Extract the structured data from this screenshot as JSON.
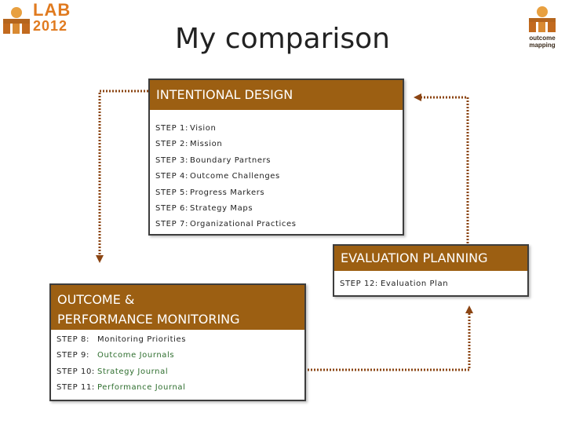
{
  "logos": {
    "left": {
      "lab": "LAB",
      "year": "2012"
    },
    "right": {
      "line1": "outcome",
      "line2": "mapping"
    }
  },
  "title": "My comparison",
  "colors": {
    "header": "#9c5f12",
    "accent": "#e07a1f",
    "arrow": "#8b4513",
    "green_text": "#2e6e2e"
  },
  "intentional_design": {
    "header": "INTENTIONAL DESIGN",
    "steps": [
      {
        "num": "STEP 1:",
        "name": "Vision"
      },
      {
        "num": "STEP 2:",
        "name": "Mission"
      },
      {
        "num": "STEP 3:",
        "name": "Boundary Partners"
      },
      {
        "num": "STEP 4:",
        "name": "Outcome Challenges"
      },
      {
        "num": "STEP 5:",
        "name": "Progress Markers"
      },
      {
        "num": "STEP 6:",
        "name": "Strategy Maps"
      },
      {
        "num": "STEP 7:",
        "name": "Organizational Practices"
      }
    ]
  },
  "evaluation_planning": {
    "header": "EVALUATION PLANNING",
    "steps": [
      {
        "num": "STEP 12:",
        "name": "Evaluation Plan"
      }
    ]
  },
  "monitoring": {
    "header_line1": "OUTCOME &",
    "header_line2": "PERFORMANCE MONITORING",
    "steps": [
      {
        "num": "STEP 8:",
        "name": "Monitoring Priorities"
      },
      {
        "num": "STEP 9:",
        "name": "Outcome Journals"
      },
      {
        "num": "STEP 10:",
        "name": "Strategy Journal"
      },
      {
        "num": "STEP 11:",
        "name": "Performance Journal"
      }
    ]
  }
}
